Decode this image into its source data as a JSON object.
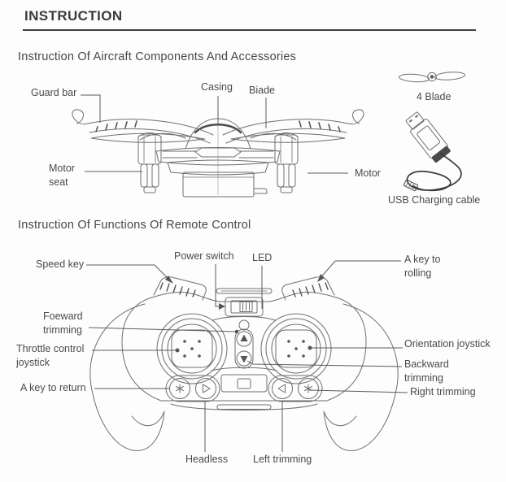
{
  "title": "INSTRUCTION",
  "sections": {
    "aircraft": {
      "heading": "Instruction Of Aircraft Components And Accessories",
      "labels": {
        "guard_bar": "Guard bar",
        "casing": "Casing",
        "blade": "Biade",
        "motor_seat": "Motor seat",
        "motor": "Motor"
      },
      "accessories": {
        "four_blade": "4 Blade",
        "usb_cable": "USB Charging cable"
      }
    },
    "remote": {
      "heading": "Instruction Of Functions Of Remote Control",
      "labels": {
        "speed_key": "Speed key",
        "power_switch": "Power switch",
        "led": "LED",
        "a_key_to_rolling": "A key to rolling",
        "foeward_trimming": "Foeward trimming",
        "throttle_control_joystick": "Throttle control joystick",
        "a_key_to_return": "A key to return",
        "orientation_joystick": "Orientation joystick",
        "backward_trimming": "Backward trimming",
        "right_trimming": "Right trimming",
        "headless": "Headless",
        "left_trimming": "Left trimming"
      }
    }
  },
  "colors": {
    "background": "#fdfdfd",
    "heading": "#3b3b3b",
    "text": "#4a4a4a",
    "rule": "#3f3f3f",
    "line_art": "#6e6e6e",
    "leader_line": "#5b5b5b"
  }
}
